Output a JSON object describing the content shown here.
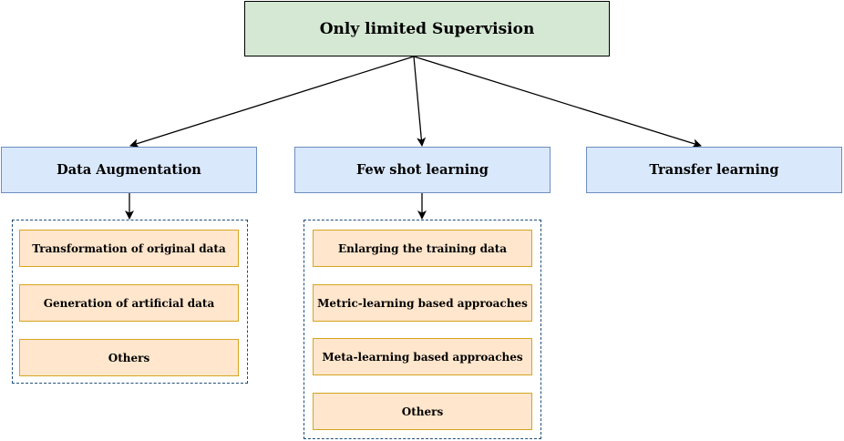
{
  "colors": {
    "root_fill": "#d5e8d4",
    "category_fill": "#dae8fc",
    "category_border": "#6c8ebf",
    "leaf_fill": "#ffe6cc",
    "leaf_border": "#d6a520",
    "group_border": "#1f4e79",
    "edge": "#000000"
  },
  "diagram": {
    "root": {
      "label": "Only limited Supervision"
    },
    "categories": [
      {
        "label": "Data Augmentation",
        "children": [
          {
            "label": "Transformation of original data"
          },
          {
            "label": "Generation of artificial data"
          },
          {
            "label": "Others"
          }
        ]
      },
      {
        "label": "Few shot learning",
        "children": [
          {
            "label": "Enlarging the training data"
          },
          {
            "label": "Metric-learning based approaches"
          },
          {
            "label": "Meta-learning based approaches"
          },
          {
            "label": "Others"
          }
        ]
      },
      {
        "label": "Transfer learning",
        "children": []
      }
    ]
  }
}
